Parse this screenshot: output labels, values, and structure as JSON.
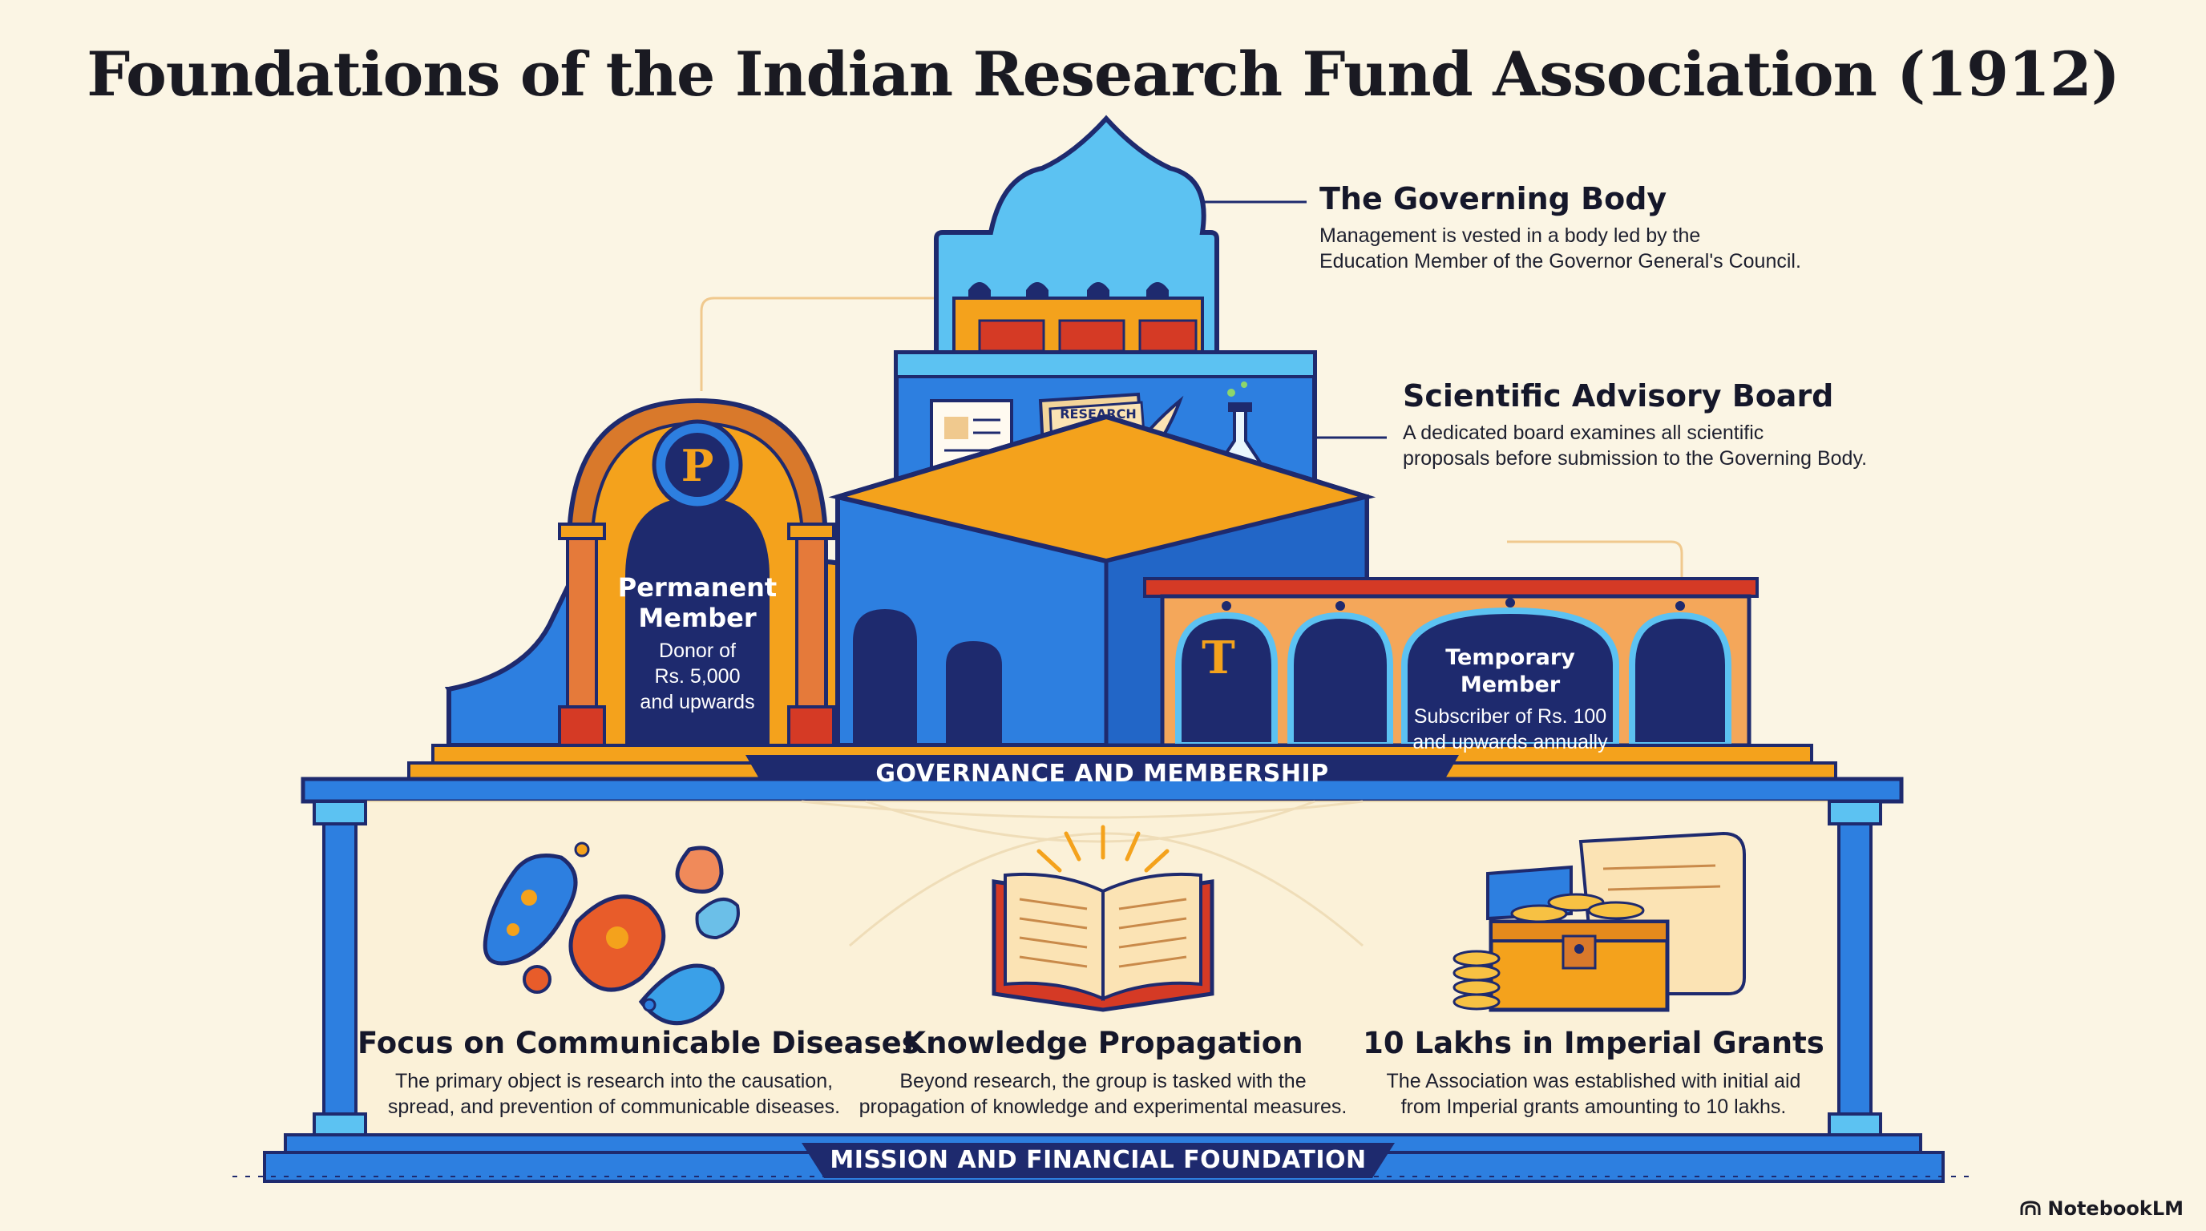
{
  "title": "Foundations of the Indian Research Fund Association (1912)",
  "governing_body": {
    "heading": "The Governing Body",
    "text_line1": "Management is vested in a body led by the",
    "text_line2": "Education Member of the Governor General's Council."
  },
  "advisory_board": {
    "heading": "Scientific Advisory Board",
    "text_line1": "A dedicated board examines all scientific",
    "text_line2": "proposals before submission to the Governing Body."
  },
  "research_label": "RESEARCH",
  "permanent_member": {
    "badge": "P",
    "heading_line1": "Permanent",
    "heading_line2": "Member",
    "text_line1": "Donor of",
    "text_line2": "Rs. 5,000",
    "text_line3": "and upwards"
  },
  "temporary_member": {
    "badge": "T",
    "heading": "Temporary Member",
    "text_line1": "Subscriber of Rs. 100",
    "text_line2": "and upwards annually"
  },
  "governance_banner": "GOVERNANCE AND MEMBERSHIP",
  "mission_banner": "MISSION AND FINANCIAL FOUNDATION",
  "features": [
    {
      "heading": "Focus on Communicable Diseases",
      "text_line1": "The primary object is research into the causation,",
      "text_line2": "spread, and prevention of communicable diseases."
    },
    {
      "heading": "Knowledge Propagation",
      "text_line1": "Beyond research, the group is tasked with the",
      "text_line2": "propagation of knowledge and experimental measures."
    },
    {
      "heading": "10 Lakhs in Imperial Grants",
      "text_line1": "The Association was established with initial aid",
      "text_line2": "from Imperial grants amounting to 10 lakhs."
    }
  ],
  "brand": "NotebookLM",
  "colors": {
    "background": "#fbf5e4",
    "navy": "#1e2a6e",
    "royal_blue": "#2d7fe0",
    "sky_blue": "#5cc2f2",
    "orange": "#f4a21c",
    "red": "#d53a25"
  }
}
